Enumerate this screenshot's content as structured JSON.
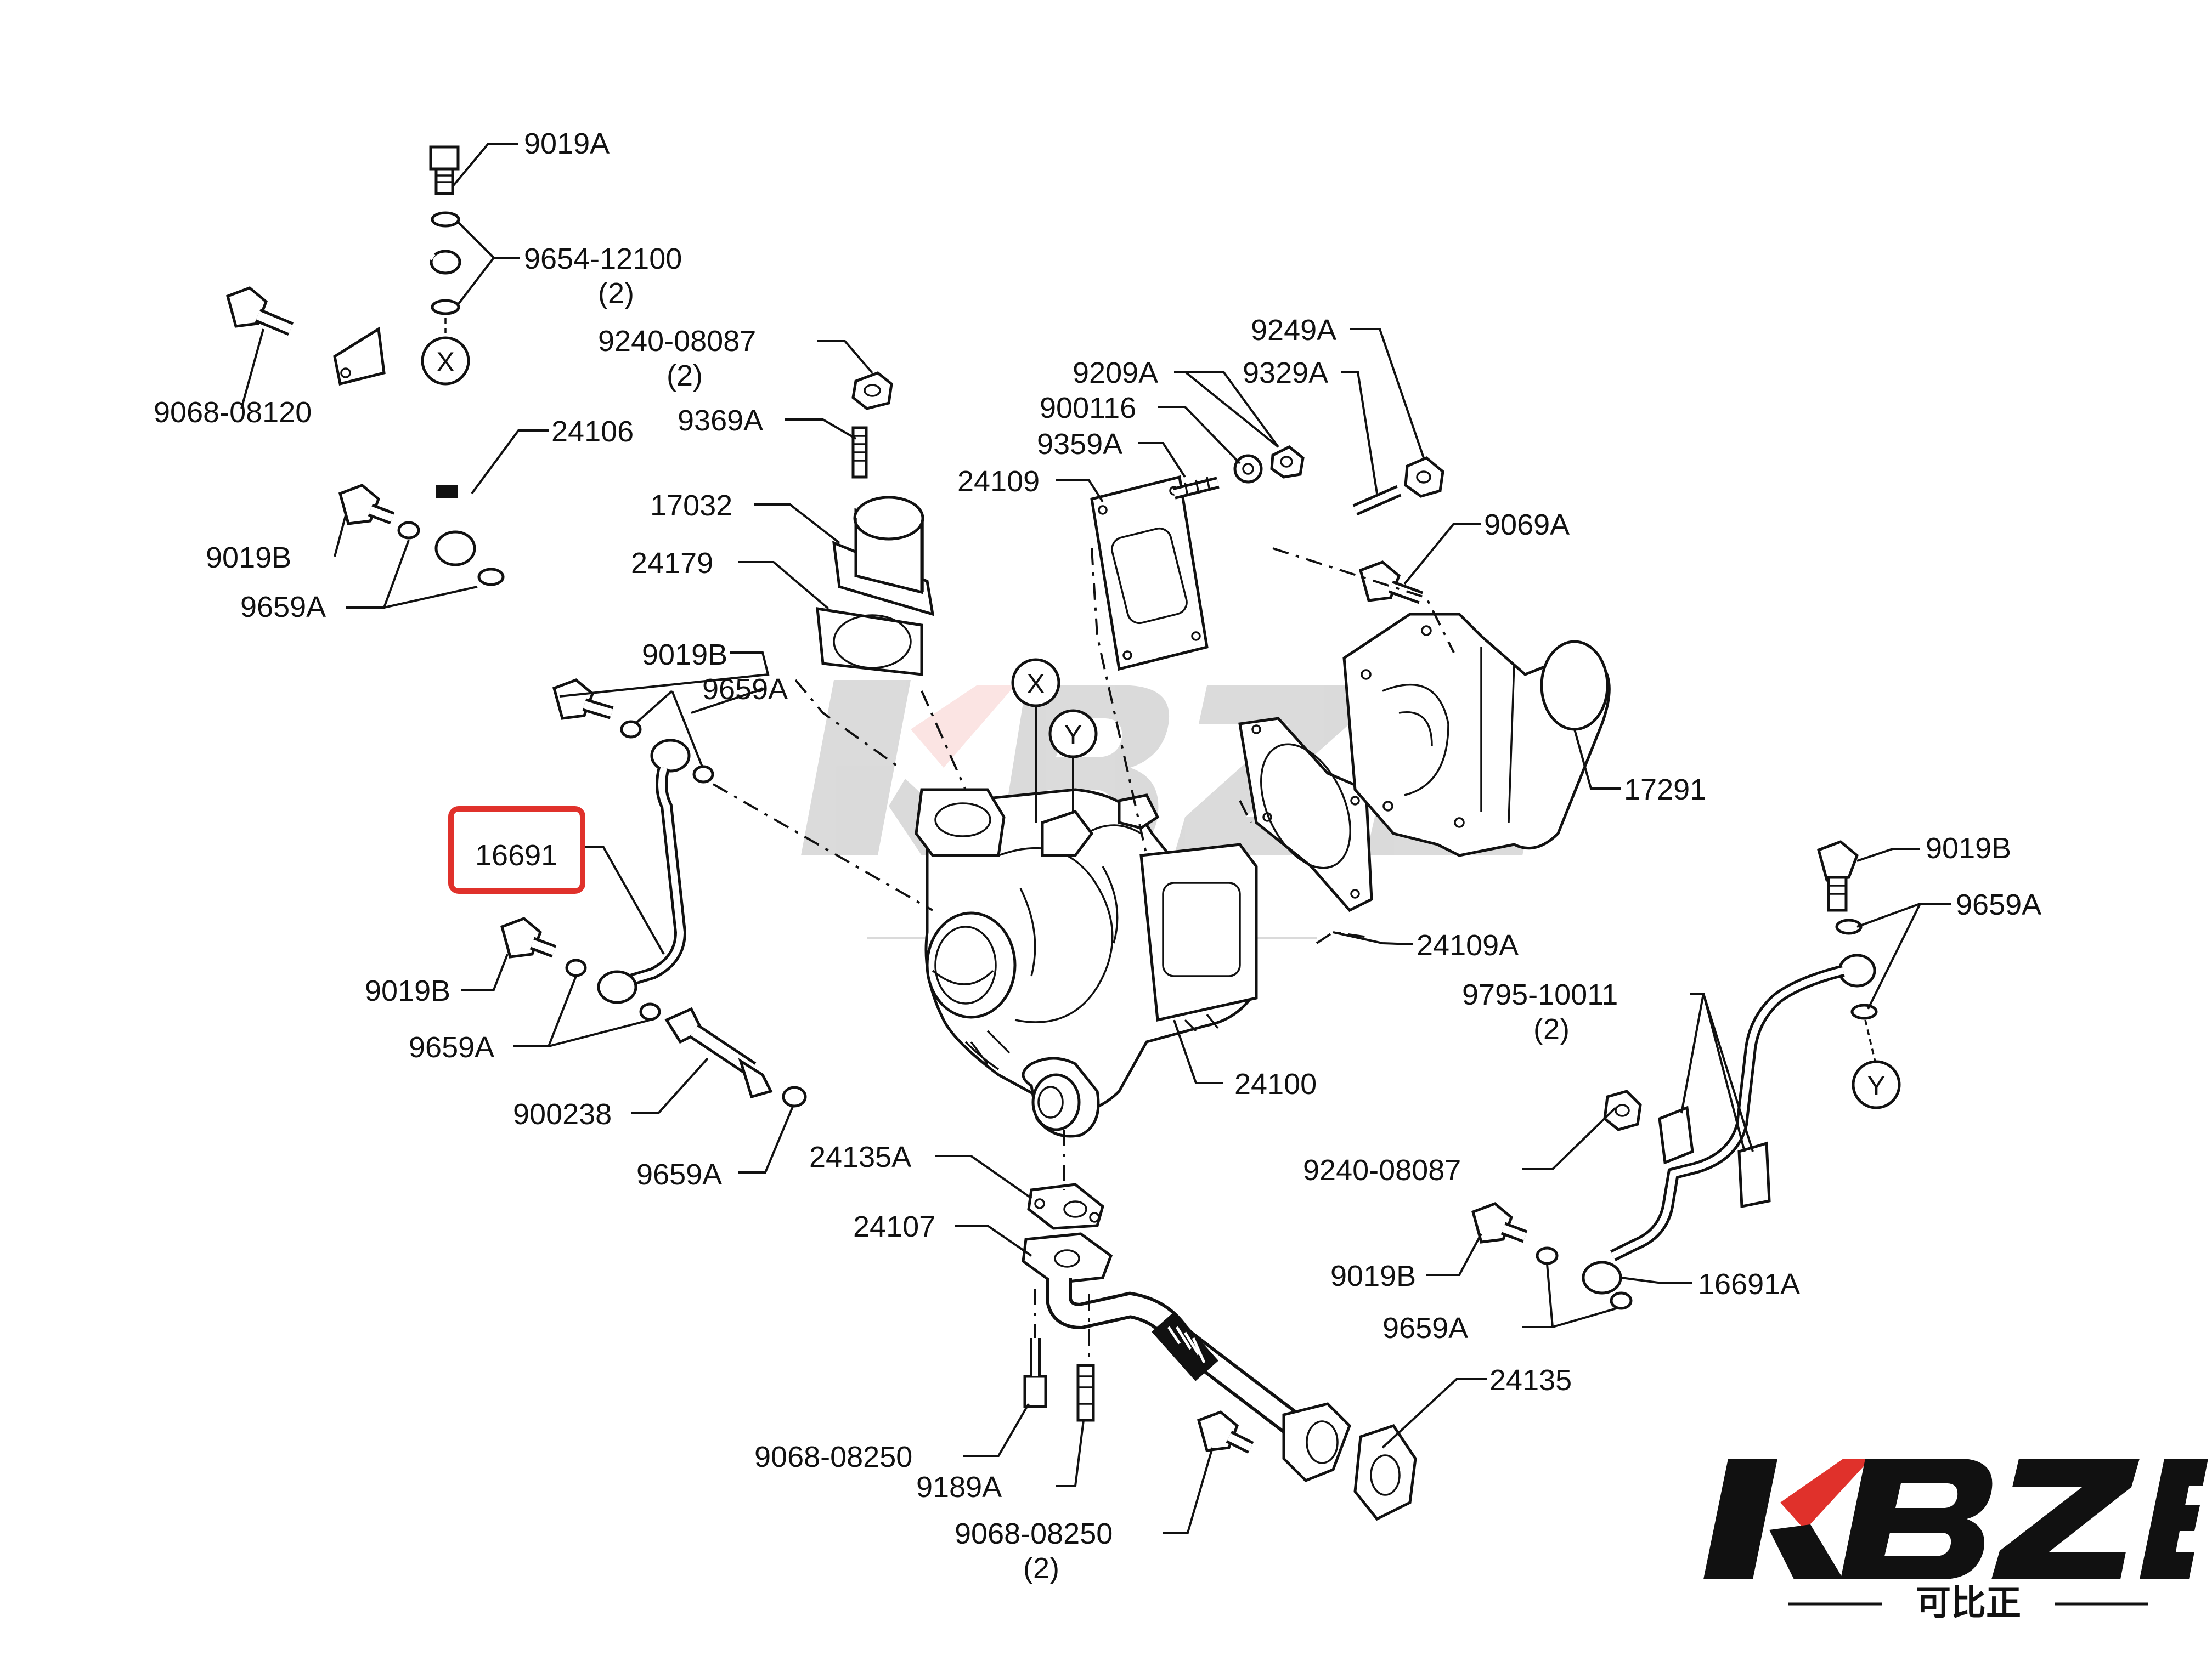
{
  "labels": {
    "l_9019A": "9019A",
    "l_9654": "9654-12100",
    "l_9654_qty": "(2)",
    "l_9068_08120": "9068-08120",
    "l_24106": "24106",
    "l_9019B_a": "9019B",
    "l_9659A_a": "9659A",
    "l_9240_a": "9240-08087",
    "l_9240_a_qty": "(2)",
    "l_9369A": "9369A",
    "l_17032": "17032",
    "l_24179": "24179",
    "l_9019B_b": "9019B",
    "l_9659A_b": "9659A",
    "l_16691": "16691",
    "l_9019B_c": "9019B",
    "l_9659A_c": "9659A",
    "l_900238": "900238",
    "l_9659A_d": "9659A",
    "l_9249A": "9249A",
    "l_9209A": "9209A",
    "l_9329A": "9329A",
    "l_900116": "900116",
    "l_9359A": "9359A",
    "l_24109": "24109",
    "l_9069A": "9069A",
    "l_17291": "17291",
    "l_24109A": "24109A",
    "l_24100": "24100",
    "l_24135A": "24135A",
    "l_24107": "24107",
    "l_9068_08250_a": "9068-08250",
    "l_9189A": "9189A",
    "l_9068_08250_b": "9068-08250",
    "l_9068_08250_b_qty": "(2)",
    "l_24135": "24135",
    "l_9019B_d": "9019B",
    "l_9659A_e": "9659A",
    "l_9795": "9795-10011",
    "l_9795_qty": "(2)",
    "l_9240_b": "9240-08087",
    "l_9019B_e": "9019B",
    "l_9659A_f": "9659A",
    "l_16691A": "16691A"
  },
  "connectors": {
    "x_top": "X",
    "x_turbo": "X",
    "y_turbo": "Y",
    "y_right": "Y"
  },
  "highlight": {
    "part": "16691",
    "color": "#e0312b"
  },
  "watermark": {
    "brand": "KBZE"
  },
  "logo": {
    "brand": "KBZE",
    "subtitle": "可比正",
    "accent": "#e0312b"
  }
}
